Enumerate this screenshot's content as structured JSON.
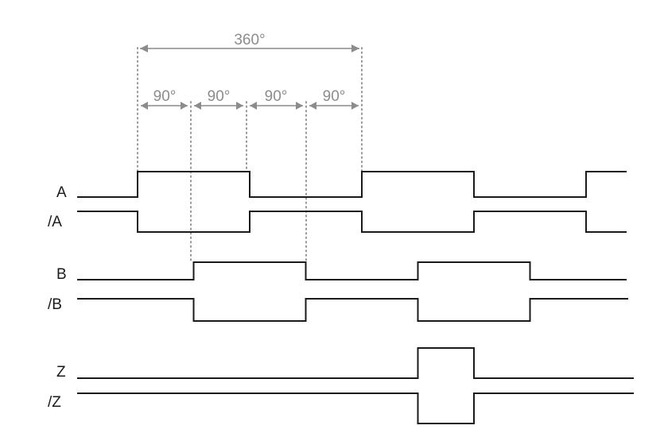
{
  "dimensions": {
    "full_cycle": "360°",
    "quarters": [
      "90°",
      "90°",
      "90°",
      "90°"
    ]
  },
  "signals": [
    {
      "id": "A",
      "label": "A",
      "start": "low",
      "toggles_deg": [
        0,
        180,
        360,
        540,
        720
      ]
    },
    {
      "id": "nA",
      "label": "/A",
      "start": "high",
      "toggles_deg": [
        0,
        180,
        360,
        540,
        720
      ]
    },
    {
      "id": "B",
      "label": "B",
      "start": "low",
      "toggles_deg": [
        90,
        270,
        450,
        630
      ]
    },
    {
      "id": "nB",
      "label": "/B",
      "start": "high",
      "toggles_deg": [
        90,
        270,
        450,
        630
      ]
    },
    {
      "id": "Z",
      "label": "Z",
      "start": "low",
      "toggles_deg": [
        450,
        540
      ]
    },
    {
      "id": "nZ",
      "label": "/Z",
      "start": "high",
      "toggles_deg": [
        450,
        540
      ]
    }
  ],
  "colors": {
    "waveform": "#1a1a1a",
    "dimension": "#8c8c8c"
  }
}
